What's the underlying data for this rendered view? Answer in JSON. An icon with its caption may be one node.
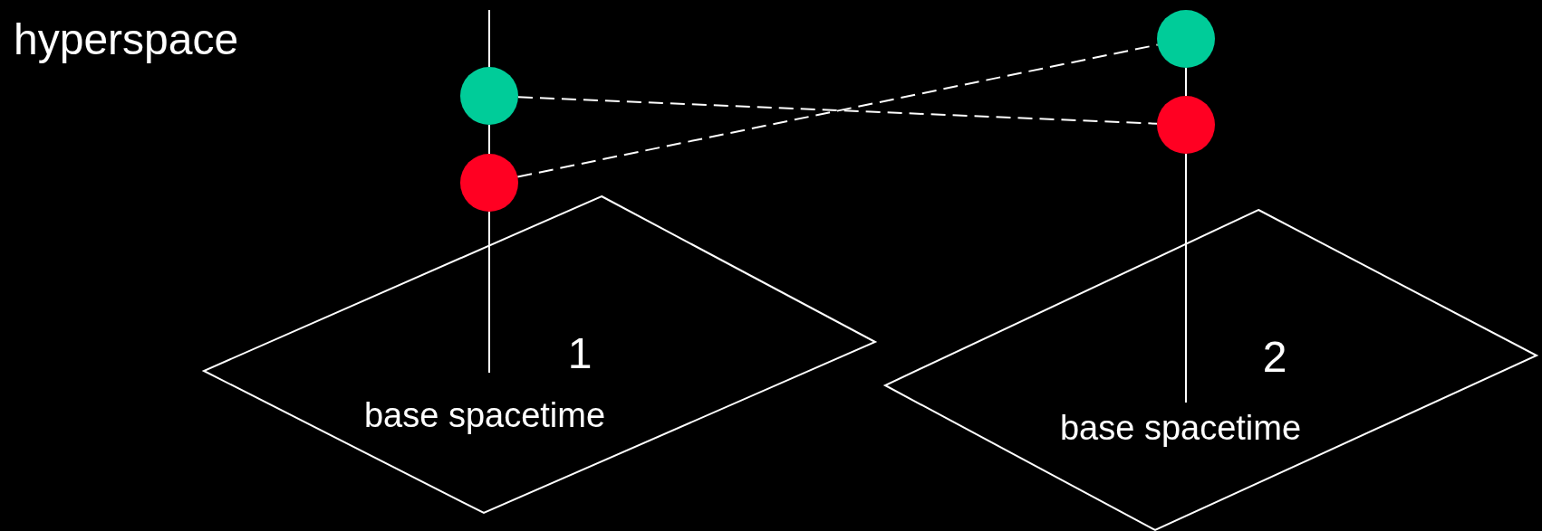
{
  "diagram": {
    "nodes": [
      {
        "text": [
          "1",
          "base spacetime"
        ]
      },
      {
        "text": [
          "2",
          "base spacetime"
        ]
      },
      {
        "text": [],
        "shape": "circle"
      },
      {
        "text": [],
        "shape": "circle"
      },
      {
        "text": [],
        "shape": "circle"
      },
      {
        "text": [],
        "shape": "circle"
      }
    ],
    "edges": [
      {
        "from": 2,
        "to": 5,
        "arrow": "none",
        "style": "dashed"
      },
      {
        "from": 3,
        "to": 4,
        "arrow": "none",
        "style": "dashed"
      },
      {
        "from": null,
        "to": 2,
        "arrow": "none"
      },
      {
        "from": 2,
        "to": 3,
        "arrow": "none"
      },
      {
        "from": 3,
        "to": 0,
        "arrow": "none"
      },
      {
        "from": 4,
        "to": 5,
        "arrow": "none"
      },
      {
        "from": 5,
        "to": 1,
        "arrow": "none"
      }
    ],
    "labels": [
      "hyperspace"
    ]
  }
}
